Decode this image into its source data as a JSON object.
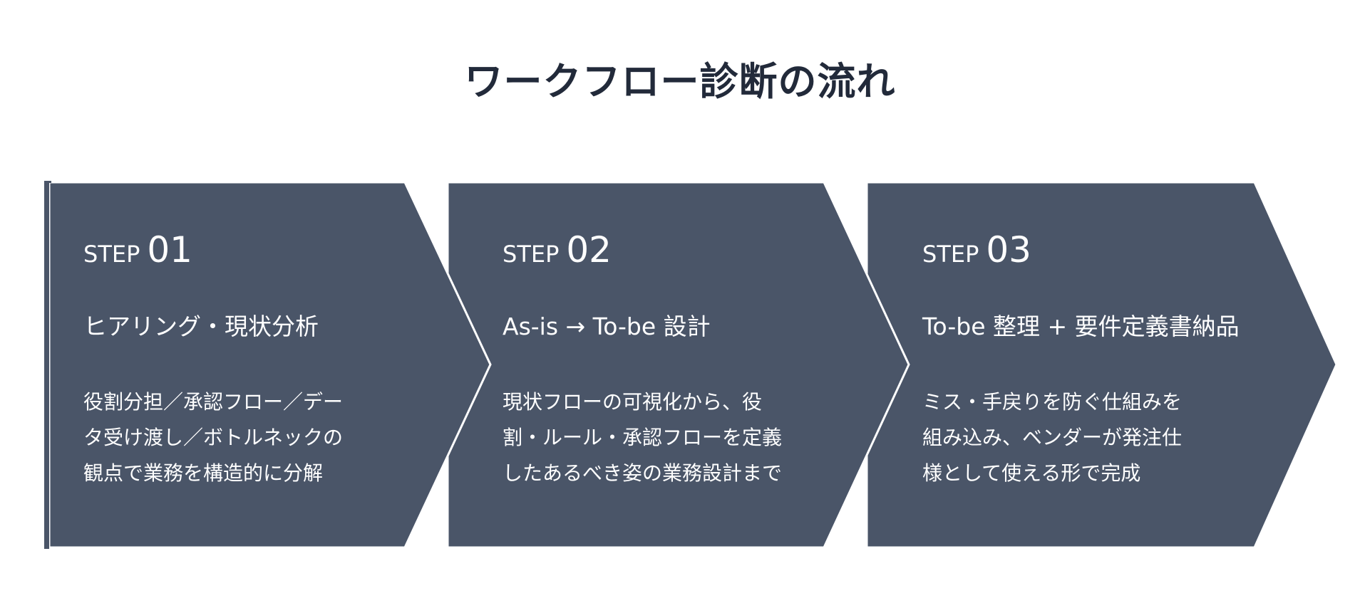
{
  "title": "ワークフロー診断の流れ",
  "colors": {
    "box": "#4a5568",
    "title": "#222a3a",
    "text": "#ffffff"
  },
  "steps": [
    {
      "label": "STEP",
      "number": "01",
      "heading": "ヒアリング・現状分析",
      "body": [
        "役割分担／承認フロー／デー",
        "タ受け渡し／ボトルネックの",
        "観点で業務を構造的に分解"
      ]
    },
    {
      "label": "STEP",
      "number": "02",
      "heading": "As-is → To-be 設計",
      "body": [
        "現状フローの可視化から、役",
        "割・ルール・承認フローを定義",
        "したあるべき姿の業務設計まで"
      ]
    },
    {
      "label": "STEP",
      "number": "03",
      "heading": "To-be 整理 + 要件定義書納品",
      "body": [
        "ミス・手戻りを防ぐ仕組みを",
        "組み込み、ベンダーが発注仕",
        "様として使える形で完成"
      ]
    }
  ]
}
